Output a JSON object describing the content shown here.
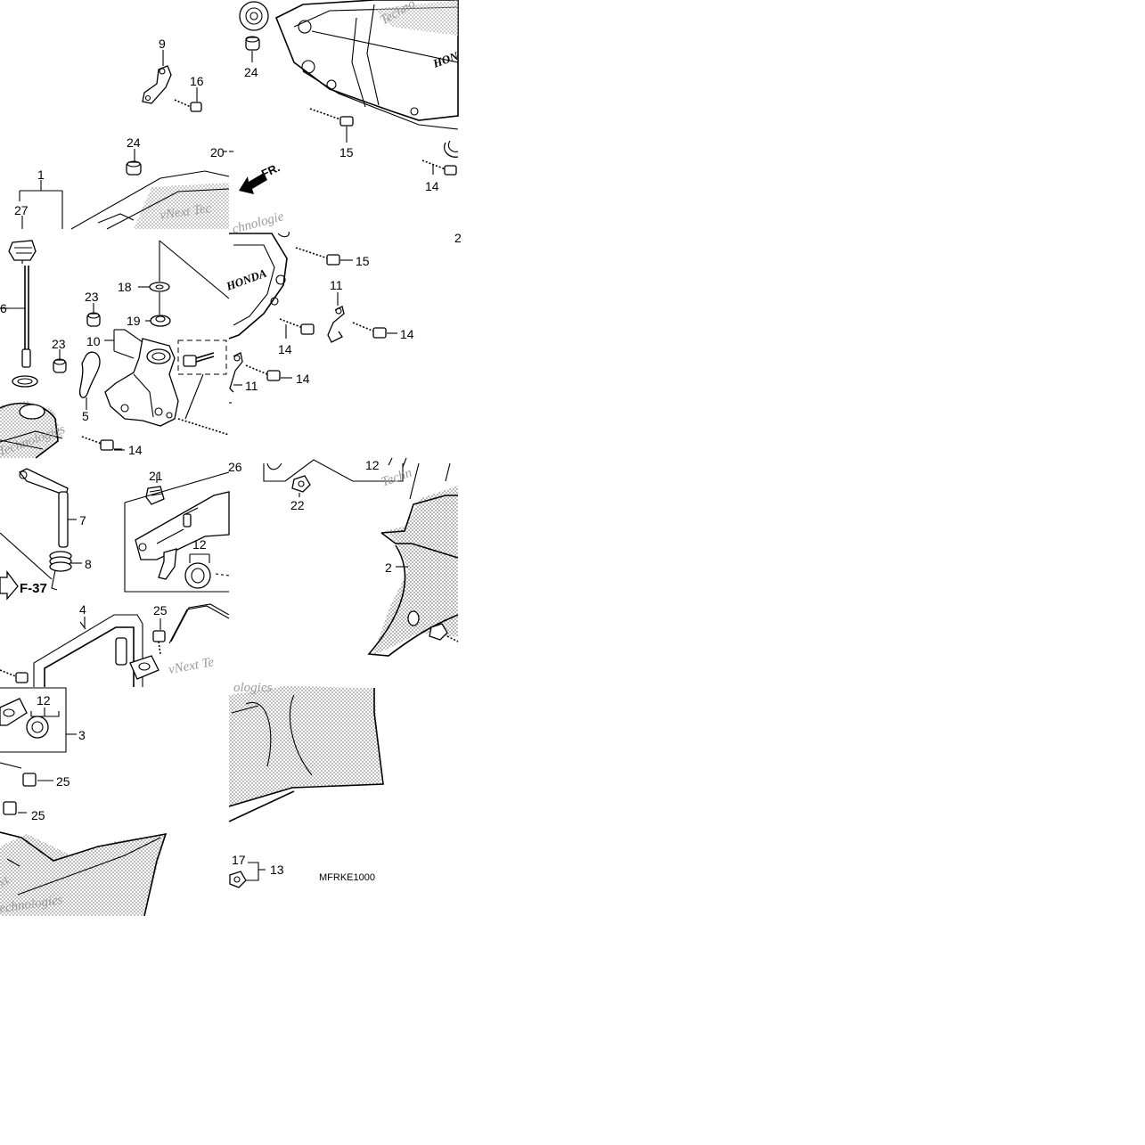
{
  "diagram": {
    "code": "MFRKE1000",
    "watermarks": [
      "Techno",
      "vNext Tec",
      "Technologies",
      "chnologie",
      "Techn",
      "vNext Te",
      "ologies",
      "xt",
      "echnologies"
    ],
    "brand_marks": [
      "HON",
      "HONDA"
    ],
    "direction_label": "FR.",
    "reference_label": "F-37",
    "callouts": [
      {
        "id": "c9",
        "text": "9"
      },
      {
        "id": "c16",
        "text": "16"
      },
      {
        "id": "c24a",
        "text": "24"
      },
      {
        "id": "c20",
        "text": "20"
      },
      {
        "id": "c1",
        "text": "1"
      },
      {
        "id": "c27",
        "text": "27"
      },
      {
        "id": "c24b",
        "text": "24"
      },
      {
        "id": "c15a",
        "text": "15"
      },
      {
        "id": "c14a",
        "text": "14"
      },
      {
        "id": "c2a",
        "text": "2"
      },
      {
        "id": "c6",
        "text": "6"
      },
      {
        "id": "c18",
        "text": "18"
      },
      {
        "id": "c23a",
        "text": "23"
      },
      {
        "id": "c19",
        "text": "19"
      },
      {
        "id": "c10",
        "text": "10"
      },
      {
        "id": "c23b",
        "text": "23"
      },
      {
        "id": "c5",
        "text": "5"
      },
      {
        "id": "c14b",
        "text": "14"
      },
      {
        "id": "c15b",
        "text": "15"
      },
      {
        "id": "c11a",
        "text": "11"
      },
      {
        "id": "c14c",
        "text": "14"
      },
      {
        "id": "c14d",
        "text": "14"
      },
      {
        "id": "c14e",
        "text": "14"
      },
      {
        "id": "c11b",
        "text": "11"
      },
      {
        "id": "c7",
        "text": "7"
      },
      {
        "id": "c8",
        "text": "8"
      },
      {
        "id": "c21",
        "text": "21"
      },
      {
        "id": "c26",
        "text": "26"
      },
      {
        "id": "c12a",
        "text": "12"
      },
      {
        "id": "c12b",
        "text": "12"
      },
      {
        "id": "c22",
        "text": "22"
      },
      {
        "id": "c2b",
        "text": "2"
      },
      {
        "id": "c4",
        "text": "4"
      },
      {
        "id": "c25a",
        "text": "25"
      },
      {
        "id": "c12c",
        "text": "12"
      },
      {
        "id": "c3",
        "text": "3"
      },
      {
        "id": "c25b",
        "text": "25"
      },
      {
        "id": "c25c",
        "text": "25"
      },
      {
        "id": "c17",
        "text": "17"
      },
      {
        "id": "c13",
        "text": "13"
      }
    ]
  }
}
